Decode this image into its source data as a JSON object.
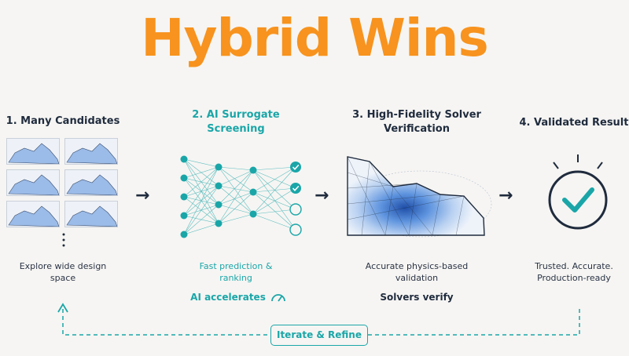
{
  "title": "Hybrid Wins",
  "steps": [
    {
      "title": "1. Many Candidates",
      "desc": "Explore wide design space"
    },
    {
      "title_line1": "2. AI Surrogate",
      "title_line2": "Screening",
      "desc_line1": "Fast prediction &",
      "desc_line2": "ranking",
      "tag": "AI accelerates"
    },
    {
      "title_line1": "3. High-Fidelity Solver",
      "title_line2": "Verification",
      "desc_line1": "Accurate physics-based",
      "desc_line2": "validation",
      "tag": "Solvers verify"
    },
    {
      "title": "4. Validated Result",
      "desc_line1": "Trusted. Accurate.",
      "desc_line2": "Production-ready"
    }
  ],
  "step1_desc_line1": "Explore wide design",
  "step1_desc_line2": "space",
  "loop_label": "Iterate & Refine",
  "colors": {
    "accent_orange": "#f7931e",
    "teal": "#1aa6a8",
    "navy": "#1f2b3d",
    "blue": "#3a7bd5"
  },
  "icons": [
    "arrow-right-icon",
    "speedometer-icon",
    "check-circle-icon",
    "neural-network-icon",
    "mesh-icon"
  ]
}
